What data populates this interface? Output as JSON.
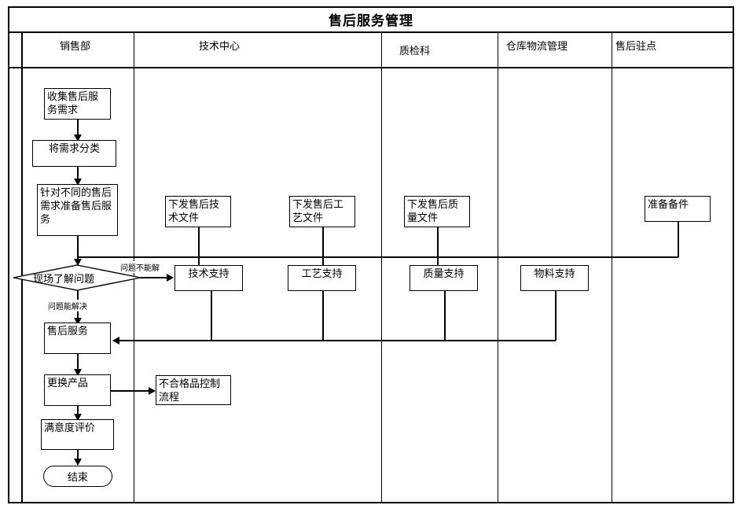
{
  "diagram": {
    "type": "swimlane-flowchart",
    "title": "售后服务管理",
    "lanes": [
      {
        "id": "sales",
        "label": "销售部"
      },
      {
        "id": "tech",
        "label": "技术中心"
      },
      {
        "id": "qc",
        "label": "质检科"
      },
      {
        "id": "warehouse",
        "label": "仓库物流管理"
      },
      {
        "id": "station",
        "label": "售后驻点"
      }
    ],
    "nodes": [
      {
        "id": "n1",
        "lane": "sales",
        "shape": "process",
        "label": "收集售后服务需求"
      },
      {
        "id": "n2",
        "lane": "sales",
        "shape": "process",
        "label": "将需求分类"
      },
      {
        "id": "n3",
        "lane": "sales",
        "shape": "process",
        "label": "针对不同的售后需求准备售后服务"
      },
      {
        "id": "n4",
        "lane": "sales",
        "shape": "decision",
        "label": "现场了解问题"
      },
      {
        "id": "n5",
        "lane": "sales",
        "shape": "process",
        "label": "售后服务"
      },
      {
        "id": "n6",
        "lane": "sales",
        "shape": "process",
        "label": "更换产品"
      },
      {
        "id": "n7",
        "lane": "sales",
        "shape": "process",
        "label": "满意度评价"
      },
      {
        "id": "n8",
        "lane": "sales",
        "shape": "terminator",
        "label": "结束"
      },
      {
        "id": "n9",
        "lane": "tech",
        "shape": "process",
        "label": "不合格品控制流程"
      },
      {
        "id": "n10",
        "lane": "tech",
        "shape": "process",
        "label": "下发售后技术文件"
      },
      {
        "id": "n11",
        "lane": "tech",
        "shape": "process",
        "label": "技术支持"
      },
      {
        "id": "n12",
        "lane": "tech",
        "shape": "process",
        "label": "下发售后工艺文件"
      },
      {
        "id": "n13",
        "lane": "tech",
        "shape": "process",
        "label": "工艺支持"
      },
      {
        "id": "n14",
        "lane": "qc",
        "shape": "process",
        "label": "下发售后质量文件"
      },
      {
        "id": "n15",
        "lane": "qc",
        "shape": "process",
        "label": "质量支持"
      },
      {
        "id": "n16",
        "lane": "warehouse",
        "shape": "process",
        "label": "物料支持"
      },
      {
        "id": "n17",
        "lane": "station",
        "shape": "process",
        "label": "准备备件"
      }
    ],
    "edge_labels": {
      "cannot_solve": "问题不能解",
      "can_solve": "问题能解决"
    }
  }
}
